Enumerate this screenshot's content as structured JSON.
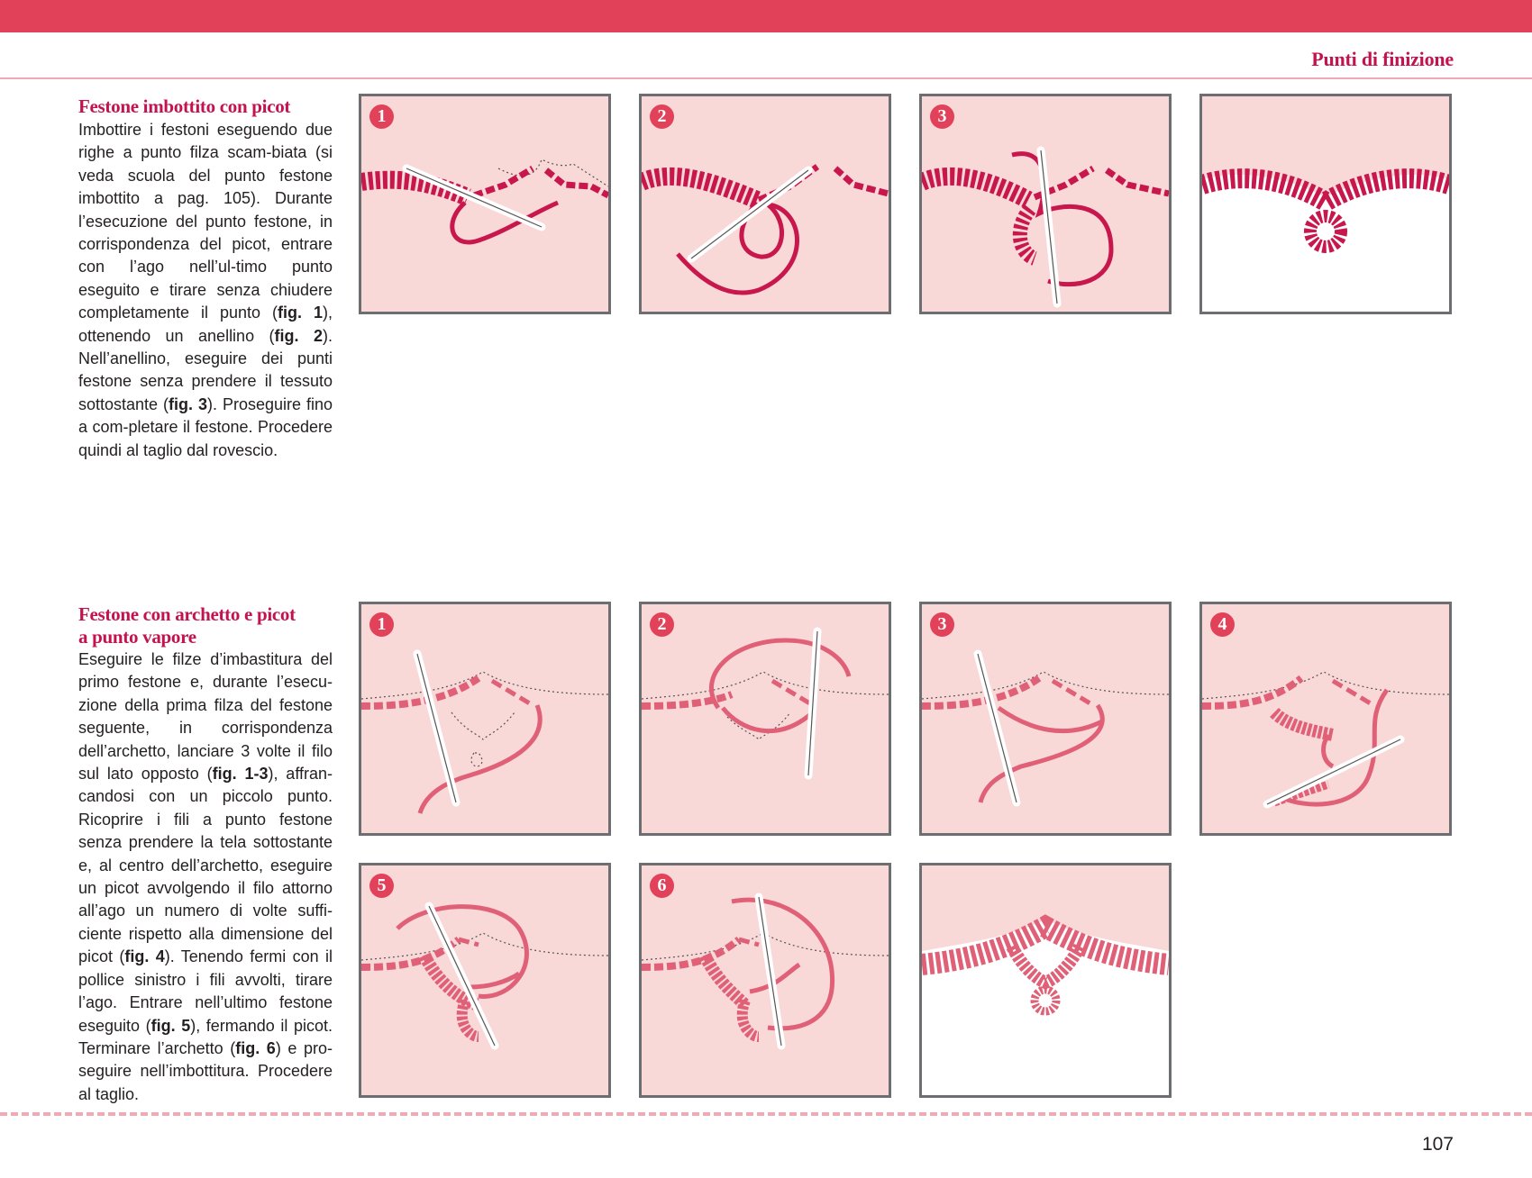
{
  "header": {
    "running_head": "Punti di finizione"
  },
  "section1": {
    "title": "Festone imbottito con picot",
    "lines": [
      "Imbottire i festoni eseguendo",
      "due righe a punto filza scam-",
      "biata (si veda scuola del punto",
      "festone imbottito a pag. 105).",
      "Durante l’esecuzione del punto",
      "festone, in corrispondenza del",
      "picot, entrare con l’ago nell’ul-",
      "timo punto eseguito e tirare",
      "senza chiudere completamente",
      "il punto (",
      "fig. 1",
      "), ottenendo un",
      "anellino (",
      "fig. 2",
      "). Nell’anellino,",
      "eseguire dei punti festone senza",
      "prendere il tessuto sottostante",
      "(",
      "fig. 3",
      "). Proseguire fino a com-",
      "pletare il festone. Procedere",
      "quindi al taglio dal rovescio."
    ],
    "figure_numbers": [
      "1",
      "2",
      "3"
    ]
  },
  "section2": {
    "title_line1": "Festone con archetto e picot",
    "title_line2": "a punto vapore",
    "lines": [
      "Eseguire le filze d’imbastitura del",
      "primo festone e, durante l’esecu-",
      "zione della prima filza del festone",
      "seguente, in corrispondenza",
      "dell’archetto, lanciare 3 volte il filo",
      "sul lato opposto (",
      "fig. 1-3",
      "), affran-",
      "candosi con un piccolo punto.",
      "Ricoprire i fili a punto festone",
      "senza prendere la tela sottostante",
      "e, al centro dell’archetto, eseguire",
      "un picot avvolgendo il filo attorno",
      "all’ago un numero di volte suffi-",
      "ciente rispetto alla dimensione del",
      "picot (",
      "fig. 4",
      "). Tenendo fermi con",
      "il pollice sinistro i fili avvolti, tirare",
      "l’ago. Entrare nell’ultimo festone",
      "eseguito (",
      "fig. 5",
      "), fermando il picot.",
      "Terminare l’archetto (",
      "fig. 6",
      ") e pro-",
      "seguire nell’imbottitura. Procedere",
      "al taglio."
    ],
    "figure_numbers": [
      "1",
      "2",
      "3",
      "4",
      "5",
      "6"
    ]
  },
  "footer": {
    "page_number": "107"
  },
  "colors": {
    "brand": "#e2415a",
    "heading": "#c3124f",
    "panel": "#f9d8d8",
    "thread_dark": "#c8174c",
    "thread_light": "#e06077",
    "frame": "#6d6e71"
  }
}
